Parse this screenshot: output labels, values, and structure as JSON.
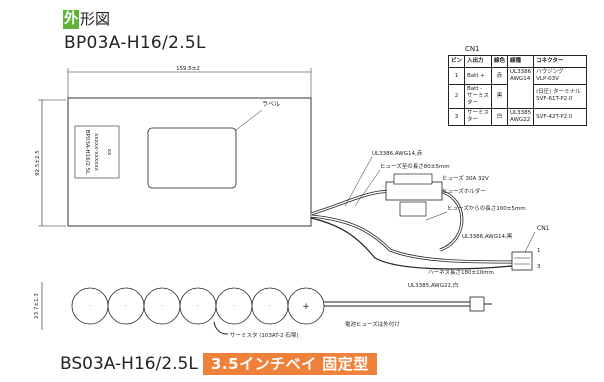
{
  "header": {
    "badge_char": "外",
    "title_rest": "形図",
    "model_top": "BP03A-H16/2.5L",
    "model_bottom": "BS03A-H16/2.5L",
    "tag": "3.5インチベイ 固定型"
  },
  "connector_table": {
    "title": "CN1",
    "headers": [
      "ピン",
      "入出力",
      "線色",
      "線種",
      "コネクター"
    ],
    "rows": [
      {
        "pin": "1",
        "io": "Batt +",
        "color": "赤",
        "wire": "UL3386",
        "conn": "ハウジング"
      },
      {
        "pin": "",
        "io": "",
        "color": "",
        "wire": "AWG14",
        "conn": "VLP-03V"
      },
      {
        "pin": "2",
        "io": "Batt - サーミスター",
        "color": "黒",
        "wire": "",
        "conn": "(日圧) ターミナル"
      },
      {
        "pin": "",
        "io": "",
        "color": "",
        "wire": "",
        "conn": "SVF-61T-P2.0"
      },
      {
        "pin": "3",
        "io": "サーミスター",
        "color": "白",
        "wire": "UL3385",
        "conn": "SVF-42T-P2.0"
      },
      {
        "pin": "",
        "io": "",
        "color": "",
        "wire": "AWG22",
        "conn": ""
      }
    ]
  },
  "labels": {
    "width_dim": "159.5±2",
    "height_dim": "92.5±2.5",
    "label_callout": "ラベル",
    "pack_text_1": "BP03A-H16/2.5L",
    "pack_text_2": "xxxxx-xxxxxx",
    "pack_text_3": "xx",
    "wire_red": "UL3386,AWG14,赤",
    "fuse_length": "ヒューズ至の長さ80±5mm",
    "fuse_rating": "ヒューズ 30A 32V",
    "fuse_holder": "ヒューズホルダー",
    "fuse_from": "ヒューズからの長さ100±5mm",
    "wire_black": "UL3386,AWG14,黒",
    "cn1": "CN1",
    "pin1": "1",
    "pin3": "3",
    "harness": "ハーネス長さ180±10mm",
    "wire_white": "UL3385,AWG22,白",
    "cell_height_dim": "23.7±1.3",
    "thermistor": "サーミスタ (103AT-2 石塚)",
    "fuse_note": "電池ヒューズは外付け",
    "plus": "+",
    "dot": "·"
  }
}
